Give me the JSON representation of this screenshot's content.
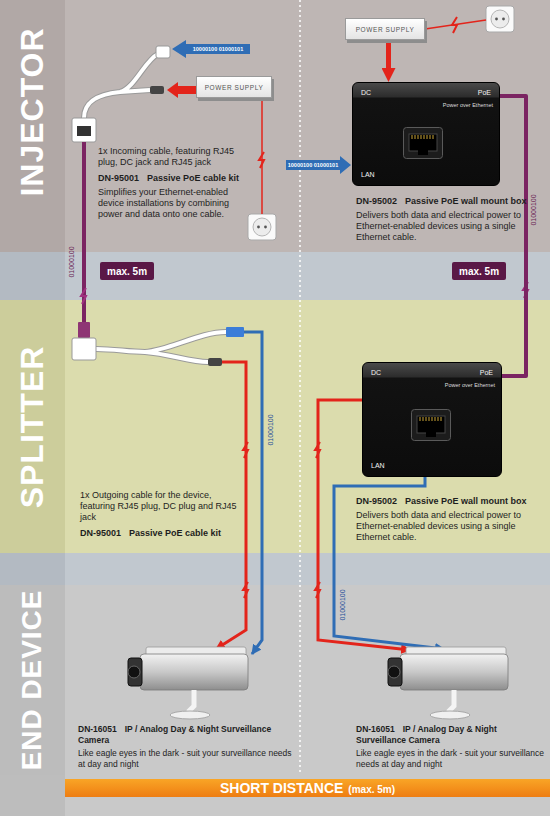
{
  "diagram": {
    "nodes": [
      {
        "text": [
          "INJECTOR"
        ]
      },
      {
        "text": [
          "POWER SUPPLY"
        ],
        "in": 0
      },
      {
        "text": [
          "POWER SUPPLY"
        ],
        "in": 0
      },
      {
        "text": [
          "DC",
          "PoE",
          "Power over Ethernet",
          "LAN"
        ],
        "in": 0
      },
      {
        "text": [
          "max. 5m"
        ]
      },
      {
        "text": [
          "max. 5m"
        ]
      },
      {
        "text": [
          "SPLITTER"
        ]
      },
      {
        "text": [
          "DC",
          "PoE",
          "Power over Ethernet",
          "LAN"
        ],
        "in": 6
      },
      {
        "text": [
          "END DEVICE"
        ]
      },
      {
        "text": [
          "SHORT DISTANCE",
          "(max. 5m)"
        ]
      }
    ],
    "edges": [
      {
        "from": 2,
        "to": 3,
        "arrow": "to"
      },
      {
        "from": 3,
        "to": 7,
        "arrow": "none"
      }
    ],
    "labels": [
      "10000100 01000101",
      "1x Incoming cable, featuring RJ45 plug, DC jack and RJ45 jack",
      "DN-95001",
      "Passive PoE cable kit",
      "Simplifies your Ethernet-enabled device installations by combining power and data onto one cable.",
      "10000100 01000101",
      "DN-95002",
      "Passive PoE wall mount box",
      "Delivers both data and electrical power to Ethernet-enabled devices using a single Ethernet cable.",
      "01000100",
      "01000100",
      "01000100",
      "1x Outgoing cable for the device, featuring RJ45 plug, DC plug and RJ45 jack",
      "DN-95001",
      "Passive PoE cable kit",
      "DN-95002",
      "Passive PoE wall mount box",
      "Delivers both data and electrical power to Ethernet-enabled devices using a single Ethernet cable.",
      "01000100",
      "DN-16051",
      "IP / Analog Day & Night Surveillance Camera",
      "Like eagle eyes in the dark - suit your surveillance needs at day and night",
      "DN-16051",
      "IP / Analog Day & Night Surveillance Camera",
      "Like eagle eyes in the dark - suit your surveillance needs at day and night"
    ]
  }
}
